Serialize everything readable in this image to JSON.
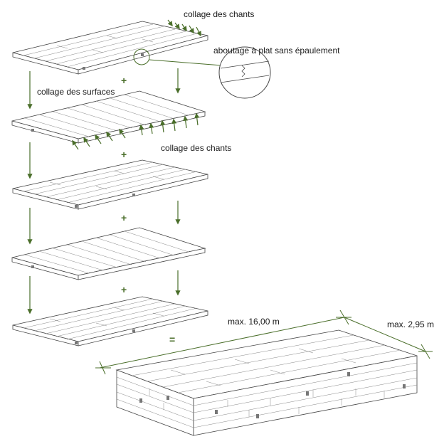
{
  "labels": {
    "edge_glue_top": "collage des chants",
    "finger_joint": "aboutage à plat sans épaulement",
    "surface_glue": "collage des surfaces",
    "edge_glue_mid": "collage des chants",
    "max_length": "max. 16,00 m",
    "max_width": "max. 2,95 m"
  },
  "symbols": {
    "plus": "+",
    "equals": "="
  },
  "colors": {
    "arrow": "#4a6e2a",
    "line": "#444444"
  },
  "icons": {
    "joint_detail": "magnifier-circle-icon"
  }
}
